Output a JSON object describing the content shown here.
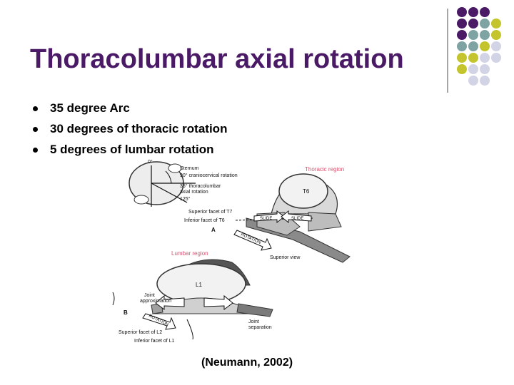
{
  "slide": {
    "title": "Thoracolumbar axial rotation",
    "bullets": [
      "35 degree Arc",
      "30 degrees of thoracic rotation",
      "5 degrees of lumbar rotation"
    ],
    "citation": "(Neumann, 2002)"
  },
  "figure": {
    "top_diagram": {
      "angle_0": "0°",
      "sternum": "Sternum",
      "craniocervical": "90° craniocervical rotation",
      "thoracolumbar_1": "35° thoracolumbar",
      "thoracolumbar_2": "axial rotation",
      "angle_125": "125°"
    },
    "thoracic": {
      "region_title": "Thoracic region",
      "vertebra": "T6",
      "superior_facet": "Superior facet of T7",
      "inferior_facet": "Inferior facet of T6",
      "slide_left": "SLIDE",
      "slide_right": "SLIDE",
      "rotation": "ROTATION",
      "panel_label": "A",
      "view": "Superior view"
    },
    "lumbar": {
      "region_title": "Lumbar region",
      "vertebra": "L1",
      "joint_approx_1": "Joint",
      "joint_approx_2": "approximation",
      "joint_sep_1": "Joint",
      "joint_sep_2": "separation",
      "rotation": "ROTATION",
      "panel_label": "B",
      "superior_facet": "Superior facet of L2",
      "inferior_facet": "Inferior facet of L1"
    }
  },
  "colors": {
    "title": "#4a1a66",
    "region_label": "#d9526e",
    "dot_purple": "#4a1a66",
    "dot_teal": "#7fa3a3",
    "dot_olive": "#c4c42c",
    "dot_lavender": "#d3d3e6"
  }
}
